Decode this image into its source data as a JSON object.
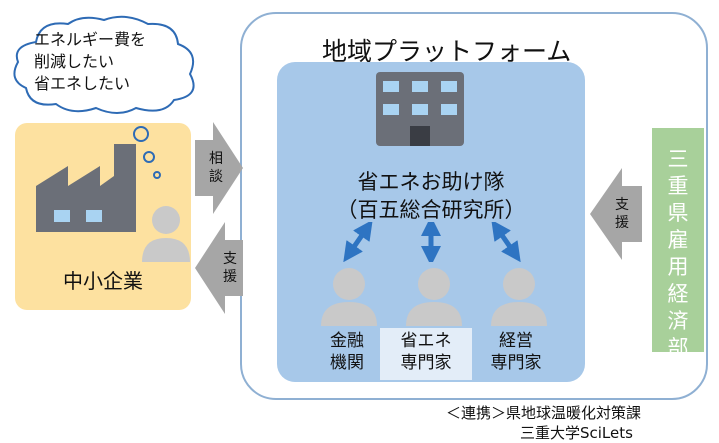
{
  "speech_bubble": {
    "line1": "エネルギー費を",
    "line2": "削減したい",
    "line3": "省エネしたい"
  },
  "platform": {
    "title": "地域プラットフォーム"
  },
  "team": {
    "name": "省エネお助け隊",
    "org": "（百五総合研究所）"
  },
  "sme": {
    "label": "中小企業"
  },
  "arrows": {
    "consult_line1": "相",
    "consult_line2": "談",
    "support_left_line1": "支",
    "support_left_line2": "援",
    "support_right_line1": "支",
    "support_right_line2": "援"
  },
  "experts": [
    {
      "line1": "金融",
      "line2": "機関"
    },
    {
      "line1": "省エネ",
      "line2": "専門家"
    },
    {
      "line1": "経営",
      "line2": "専門家"
    }
  ],
  "mie_org": {
    "chars": [
      "三",
      "重",
      "県",
      "雇",
      "用",
      "経",
      "済",
      "部"
    ]
  },
  "footer": {
    "line1": "＜連携＞県地球温暖化対策課",
    "line2": "三重大学SciLets"
  },
  "colors": {
    "platform_border": "#8fb0d3",
    "inner_blue": "#a7c8e9",
    "sme_yellow": "#fde1a0",
    "arrow_gray": "#a6a6a6",
    "mie_green": "#a8d09a",
    "arrow_blue": "#2e74c2",
    "person_gray": "#c9c9c9",
    "building_dark": "#6b6f78"
  },
  "icons": [
    "thought-cloud-icon",
    "factory-icon",
    "building-icon",
    "person-icon",
    "double-arrow-icon"
  ]
}
